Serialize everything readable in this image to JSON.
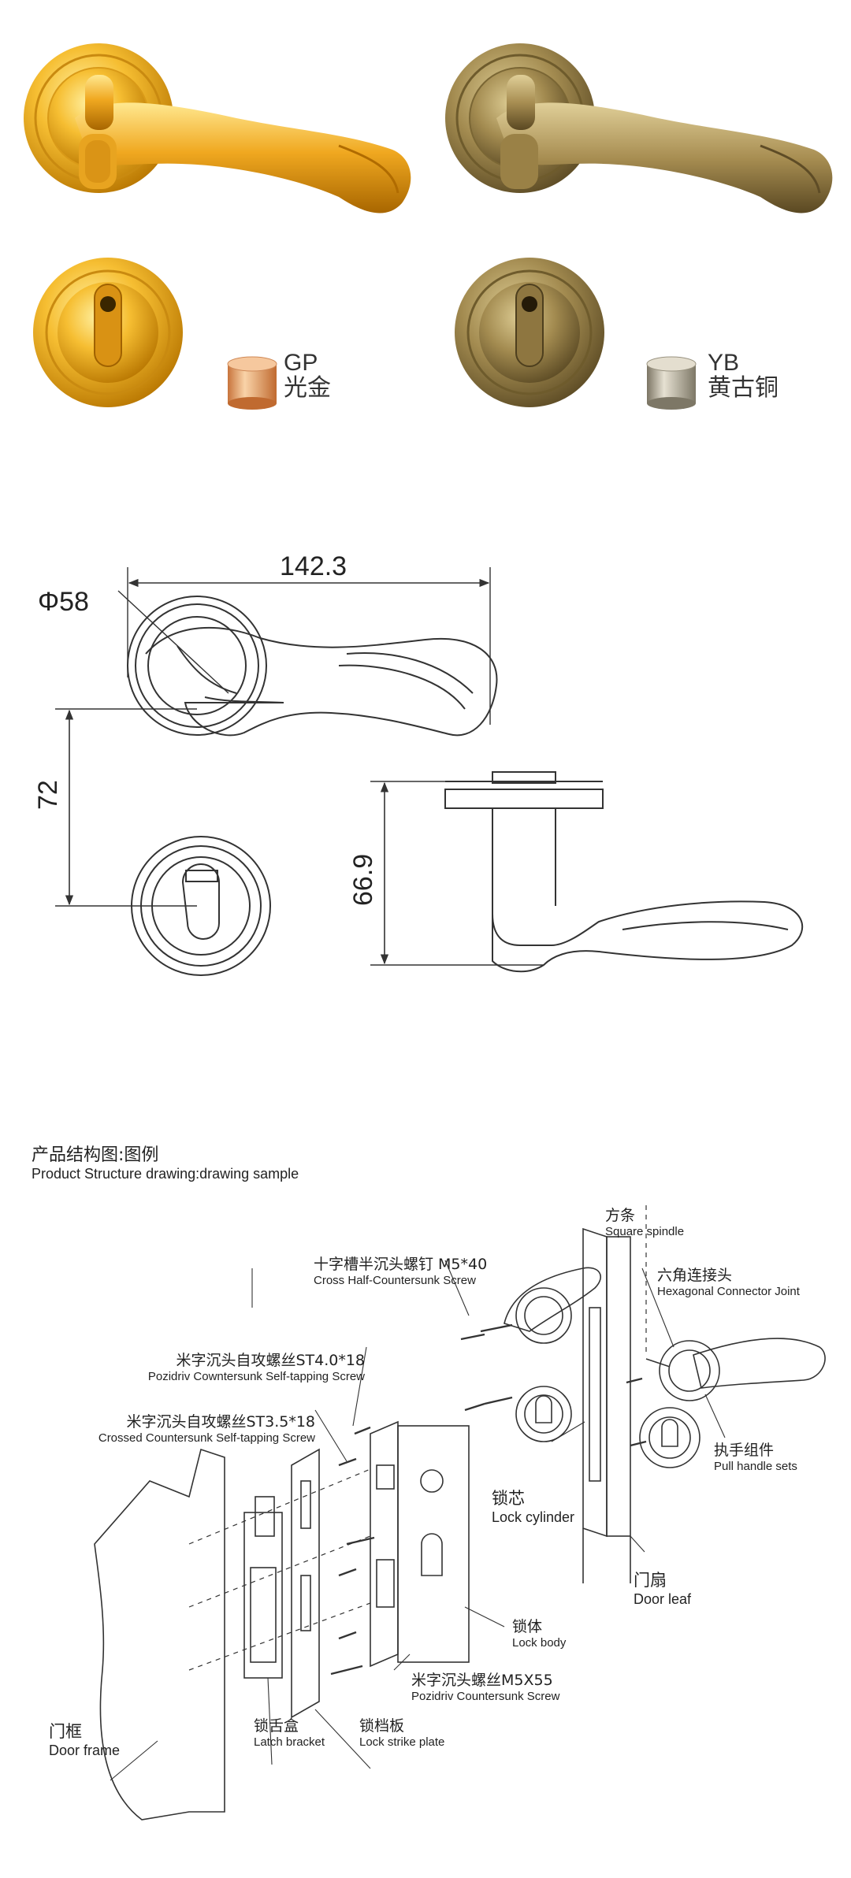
{
  "finishes": [
    {
      "code": "GP",
      "name": "光金",
      "color": "#F3B02A",
      "highlight": "#FFE48A",
      "shadow": "#B97700"
    },
    {
      "code": "YB",
      "name": "黄古铜",
      "color": "#A18A4F",
      "highlight": "#D3C28A",
      "shadow": "#5E4C26"
    }
  ],
  "swatch_colors": {
    "gp": "#E8A46C",
    "yb": "#BDB7A6"
  },
  "dimensions": {
    "length": "142.3",
    "rose_diameter": "Φ58",
    "center_distance": "72",
    "height": "66.9"
  },
  "section": {
    "title_cn": "产品结构图:图例",
    "title_en": "Product Structure drawing:drawing sample"
  },
  "parts": {
    "square_spindle": {
      "cn": "方条",
      "en": "Square spindle"
    },
    "cross_screw": {
      "cn": "十字槽半沉头螺钉 M5*40",
      "en": "Cross Half-Countersunk Screw"
    },
    "hex_joint": {
      "cn": "六角连接头",
      "en": "Hexagonal Connector Joint"
    },
    "pozi_screw_40": {
      "cn": "米字沉头自攻螺丝ST4.0*18",
      "en": "Pozidriv Cowntersunk Self-tapping Screw"
    },
    "crossed_screw_35": {
      "cn": "米字沉头自攻螺丝ST3.5*18",
      "en": "Crossed Countersunk Self-tapping Screw"
    },
    "pull_handle": {
      "cn": "执手组件",
      "en": "Pull handle sets"
    },
    "lock_cylinder": {
      "cn": "锁芯",
      "en": "Lock cylinder"
    },
    "door_leaf": {
      "cn": "门扇",
      "en": "Door leaf"
    },
    "lock_body": {
      "cn": "锁体",
      "en": "Lock body"
    },
    "pozi_screw_m5": {
      "cn": "米字沉头螺丝M5X55",
      "en": "Pozidriv Countersunk Screw"
    },
    "door_frame": {
      "cn": "门框",
      "en": "Door frame"
    },
    "latch_bracket": {
      "cn": "锁舌盒",
      "en": "Latch bracket"
    },
    "strike_plate": {
      "cn": "锁档板",
      "en": "Lock strike plate"
    }
  }
}
